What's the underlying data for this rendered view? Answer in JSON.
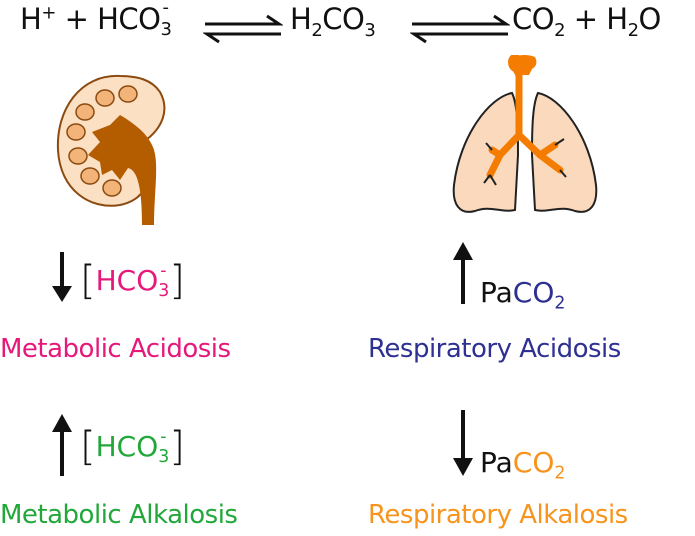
{
  "equation": {
    "h": "H",
    "plus_sup": "+",
    "plus1": "+",
    "hco": "HCO",
    "minus_sup": "-",
    "three": "3",
    "h2co3_h": "H",
    "h2co3_2": "2",
    "h2co3_co": "CO",
    "h2co3_3": "3",
    "co": "CO",
    "co_2": "2",
    "plus2": "+",
    "h2o_h": "H",
    "h2o_2": "2",
    "h2o_o": "O"
  },
  "organs": {
    "left": "kidney-icon",
    "right": "lungs-icon"
  },
  "metabolic_acidosis": {
    "direction": "down",
    "open": "[",
    "hco": "HCO",
    "minus": "-",
    "three": "3",
    "close": "]",
    "label": "Metabolic Acidosis"
  },
  "respiratory_acidosis": {
    "direction": "up",
    "pa": "Pa",
    "co": "CO",
    "two": "2",
    "label": "Respiratory Acidosis"
  },
  "metabolic_alkalosis": {
    "direction": "up",
    "open": "[",
    "hco": "HCO",
    "minus": "-",
    "three": "3",
    "close": "]",
    "label": "Metabolic Alkalosis"
  },
  "respiratory_alkalosis": {
    "direction": "down",
    "pa": "Pa",
    "co": "CO",
    "two": "2",
    "label": "Respiratory Alkalosis"
  },
  "colors": {
    "metabolic_acidosis": "#e6197b",
    "respiratory_acidosis": "#2e3192",
    "metabolic_alkalosis": "#22a83a",
    "respiratory_alkalosis": "#f7941d",
    "kidney": "#b35c00",
    "lung": "#fbd9bd",
    "trachea": "#f47c00"
  }
}
